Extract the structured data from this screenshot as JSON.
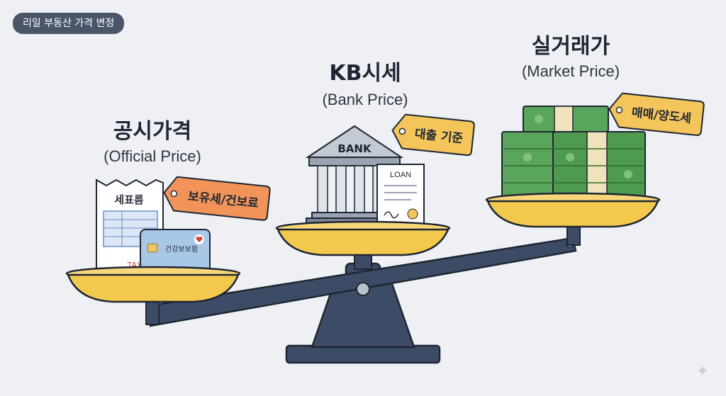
{
  "badge": "리일 부동산 가격 변정",
  "left": {
    "title": "공시가격",
    "subtitle": "(Official Price)",
    "tag": "보유세/건보료",
    "receipt_label": "세표름",
    "receipt_footer": "TAX",
    "card_label": "건강보보험"
  },
  "middle": {
    "title": "KB시세",
    "subtitle": "(Bank Price)",
    "tag": "대출 기준",
    "bank_sign": "BANK",
    "loan_doc": "LOAN"
  },
  "right": {
    "title": "실거래가",
    "subtitle": "(Market Price)",
    "tag": "매매/양도세"
  },
  "colors": {
    "scale_frame": "#3d4c66",
    "pan": "#f2c94c",
    "tag_orange": "#f2945a",
    "tag_yellow": "#f4c55a",
    "money_green": "#5aa55c"
  },
  "icons": {
    "sparkle": "sparkle-icon",
    "heart": "heart-icon"
  }
}
